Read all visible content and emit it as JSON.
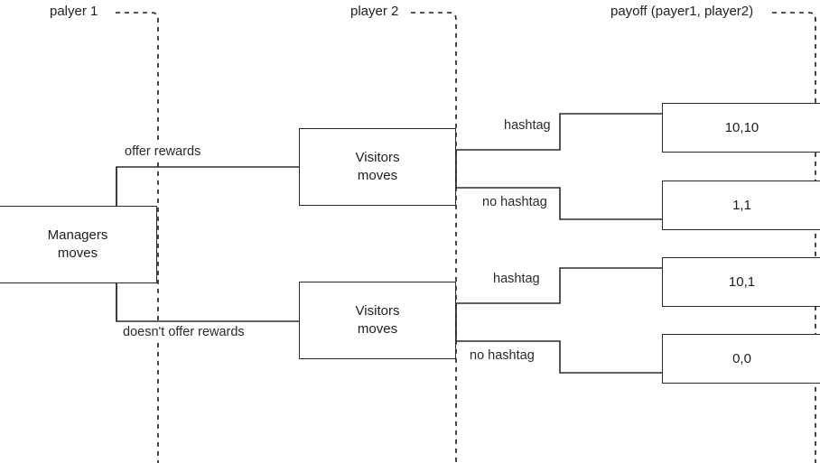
{
  "diagram": {
    "title": "Extensive form game tree",
    "columns": [
      {
        "id": "player1",
        "label": "palyer 1"
      },
      {
        "id": "player2",
        "label": "player 2"
      },
      {
        "id": "payoff",
        "label": "payoff (payer1, player2)"
      }
    ],
    "nodes": [
      {
        "id": "managers",
        "line1": "Managers",
        "line2": "moves"
      },
      {
        "id": "visitors-1",
        "line1": "Visitors",
        "line2": "moves"
      },
      {
        "id": "visitors-2",
        "line1": "Visitors",
        "line2": "moves"
      }
    ],
    "edge_labels": {
      "offer_rewards": "offer rewards",
      "doesnt_offer_rewards": "doesn't offer rewards",
      "hashtag_top": "hashtag",
      "no_hashtag_top": "no hashtag",
      "hashtag_bottom": "hashtag",
      "no_hashtag_bottom": "no hashtag"
    },
    "payoffs": [
      {
        "id": "p-10-10",
        "value": "10,10"
      },
      {
        "id": "p-1-1",
        "value": "1,1"
      },
      {
        "id": "p-10-1",
        "value": "10,1"
      },
      {
        "id": "p-0-0",
        "value": "0,0"
      }
    ],
    "colors": {
      "stroke": "#2b2b2b",
      "text": "#1d1d1d",
      "background": "#ffffff",
      "divider": "#1a1a1a"
    }
  }
}
